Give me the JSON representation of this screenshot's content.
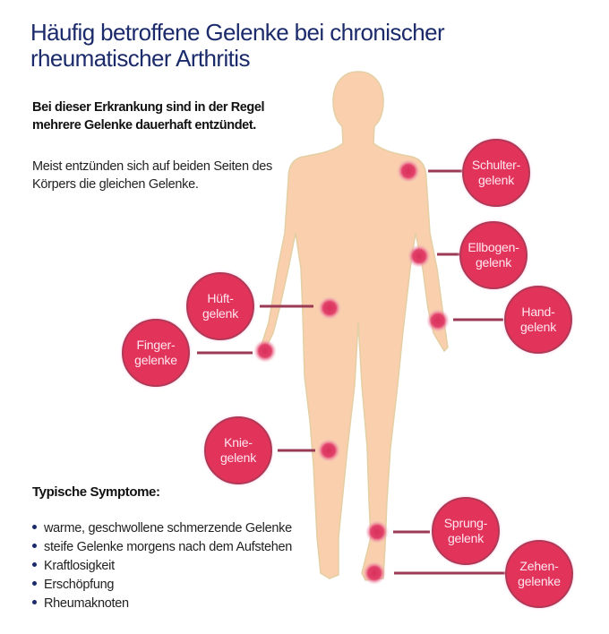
{
  "header": {
    "title_line1": "Häufig betroffene Gelenke bei chronischer",
    "title_line2": "rheumatischer Arthritis"
  },
  "intro": {
    "lead_line1": "Bei dieser Erkrankung sind in der Regel",
    "lead_line2": "mehrere Gelenke dauerhaft entzündet.",
    "note_line1": "Meist entzünden sich auf beiden Seiten des",
    "note_line2": "Körpers die gleichen Gelenke."
  },
  "colors": {
    "title": "#1b2a6b",
    "bubble": "#e2335a",
    "bubble_border": "#b03a55",
    "connector": "#9a3a55",
    "skin": "#f9cfad",
    "skin_outline": "#e3cfa3",
    "hotspot": "#e2335a"
  },
  "joints": [
    {
      "id": "schulter",
      "line1": "Schulter-",
      "line2": "gelenk"
    },
    {
      "id": "ellbogen",
      "line1": "Ellbogen-",
      "line2": "gelenk"
    },
    {
      "id": "hand",
      "line1": "Hand-",
      "line2": "gelenk"
    },
    {
      "id": "hueft",
      "line1": "Hüft-",
      "line2": "gelenk"
    },
    {
      "id": "finger",
      "line1": "Finger-",
      "line2": "gelenke"
    },
    {
      "id": "knie",
      "line1": "Knie-",
      "line2": "gelenk"
    },
    {
      "id": "sprung",
      "line1": "Sprung-",
      "line2": "gelenk"
    },
    {
      "id": "zehen",
      "line1": "Zehen-",
      "line2": "gelenke"
    }
  ],
  "symptoms": {
    "title": "Typische Symptome:",
    "items": [
      "warme, geschwollene schmerzende Gelenke",
      "steife Gelenke morgens nach dem Aufstehen",
      "Kraftlosigkeit",
      "Erschöpfung",
      "Rheumaknoten"
    ]
  }
}
